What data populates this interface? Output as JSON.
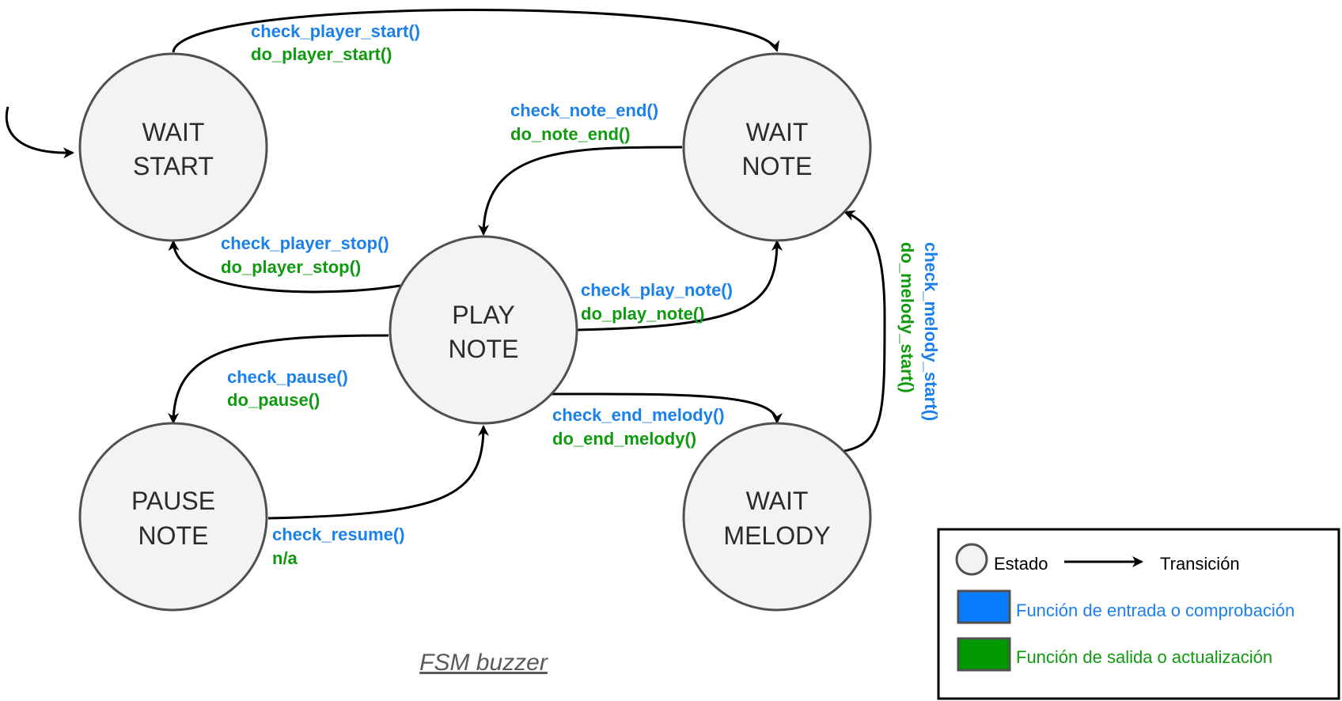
{
  "states": {
    "wait_start": [
      "WAIT",
      "START"
    ],
    "wait_note": [
      "WAIT",
      "NOTE"
    ],
    "play_note": [
      "PLAY",
      "NOTE"
    ],
    "pause_note": [
      "PAUSE",
      "NOTE"
    ],
    "wait_melody": [
      "WAIT",
      "MELODY"
    ]
  },
  "transitions": {
    "player_start": {
      "check": "check_player_start()",
      "do": "do_player_start()"
    },
    "note_end": {
      "check": "check_note_end()",
      "do": "do_note_end()"
    },
    "player_stop": {
      "check": "check_player_stop()",
      "do": "do_player_stop()"
    },
    "play_note": {
      "check": "check_play_note()",
      "do": "do_play_note()"
    },
    "pause": {
      "check": "check_pause()",
      "do": "do_pause()"
    },
    "end_melody": {
      "check": "check_end_melody()",
      "do": "do_end_melody()"
    },
    "resume": {
      "check": "check_resume()",
      "do": "n/a"
    },
    "melody_start": {
      "check": "check_melody_start()",
      "do": "do_melody_start()"
    }
  },
  "caption": "FSM buzzer",
  "legend": {
    "state": "Estado",
    "transition": "Transición",
    "input_fn": "Función de entrada o comprobación",
    "output_fn": "Función de salida o actualización"
  },
  "colors": {
    "check": "#1a80ec",
    "do": "#0f9a0f",
    "state_fill": "#f3f3f3",
    "legend_blue": "#0a7cff",
    "legend_green": "#009a00"
  }
}
